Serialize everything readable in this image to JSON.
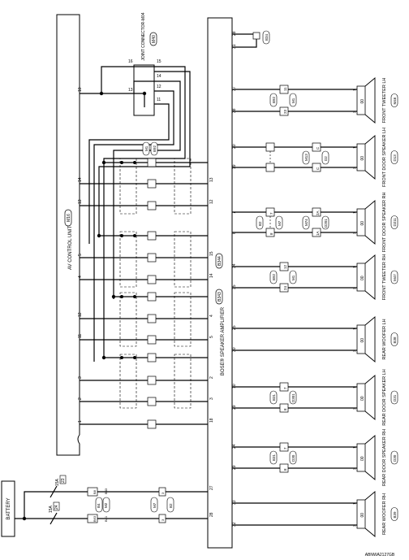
{
  "diagram": {
    "battery_label": "BATTERY",
    "av_unit": {
      "name": "AV CONTROL UNIT",
      "connector": "M16"
    },
    "amplifier": {
      "name": "BOSE® SPEAKER AMPLIFIER",
      "conn_a": "B343",
      "conn_b": "B344"
    },
    "joint_connector": {
      "name": "JOINT CONNECTOR-M04",
      "connector": "M40",
      "pins": [
        "16",
        "15",
        "13",
        "14",
        "12",
        "11"
      ]
    },
    "fuses": [
      {
        "amps": "15A",
        "number": "23"
      },
      {
        "amps": "15A",
        "number": "24"
      }
    ],
    "inline_connectors": [
      {
        "top": "B4",
        "bottom": "M2",
        "row1_left": "B8",
        "row2_left": "B63",
        "row1_right": "B43",
        "row2_right": "B41"
      },
      {
        "top": "M7",
        "bottom": "B2",
        "row1_left": "3",
        "row1_right": "8",
        "row2_left": "3",
        "row2_right": "8"
      }
    ],
    "shield_connectors": [
      {
        "top": "M1",
        "bottom": "B92"
      }
    ],
    "av_pins": [
      "10",
      "14",
      "13",
      "5",
      "4",
      "12",
      "11",
      "3",
      "2",
      "1"
    ],
    "amp_left_pins": [
      "13",
      "12",
      "15",
      "14",
      "4",
      "5",
      "2",
      "3",
      "18",
      "27",
      "28"
    ],
    "amp_right_pins": [
      "28",
      "31",
      "37",
      "38",
      "20",
      "19",
      "7",
      "6",
      "34",
      "35",
      "25",
      "30",
      "10",
      "29",
      "24",
      "29",
      "33",
      "32"
    ],
    "ground_connector": "B34",
    "speakers": [
      {
        "name": "FRONT TWEETER LH",
        "connector": "M46"
      },
      {
        "name": "FRONT DOOR SPEAKER LH",
        "connector": "D13"
      },
      {
        "name": "FRONT DOOR SPEAKER RH",
        "connector": "D211"
      },
      {
        "name": "FRONT TWEETER RH",
        "connector": "M47"
      },
      {
        "name": "REAR WOOFER LH",
        "connector": "B38"
      },
      {
        "name": "REAR DOOR SPEAKER LH",
        "connector": "D31"
      },
      {
        "name": "REAR DOOR SPEAKER RH",
        "connector": "D30"
      },
      {
        "name": "REAR WOOFER RH",
        "connector": "B39"
      }
    ],
    "speaker_connectors": [
      {
        "top": "B92",
        "bottom": "M1",
        "pins": [
          "11",
          "23"
        ]
      },
      {
        "top": "M13",
        "bottom": "D2",
        "pins": [
          "C",
          "C"
        ]
      },
      {
        "top": "B2",
        "bottom": "M7",
        "pins": [
          "7",
          "8"
        ]
      },
      {
        "top": "M74",
        "bottom": "D201",
        "pins": [
          "2A",
          "1A"
        ]
      },
      {
        "top": "B92",
        "bottom": "M1",
        "pins": [
          "12",
          "24"
        ]
      },
      {
        "top": "B31",
        "bottom": "D301",
        "pins": [
          "7",
          "8"
        ]
      },
      {
        "top": "B31",
        "bottom": "D30",
        "pins": [
          "7",
          "8"
        ]
      }
    ],
    "speaker_pin_labels": [
      "1",
      "2"
    ],
    "speaker_symbol": "00",
    "figure_id": "ABNWA2127GB"
  }
}
